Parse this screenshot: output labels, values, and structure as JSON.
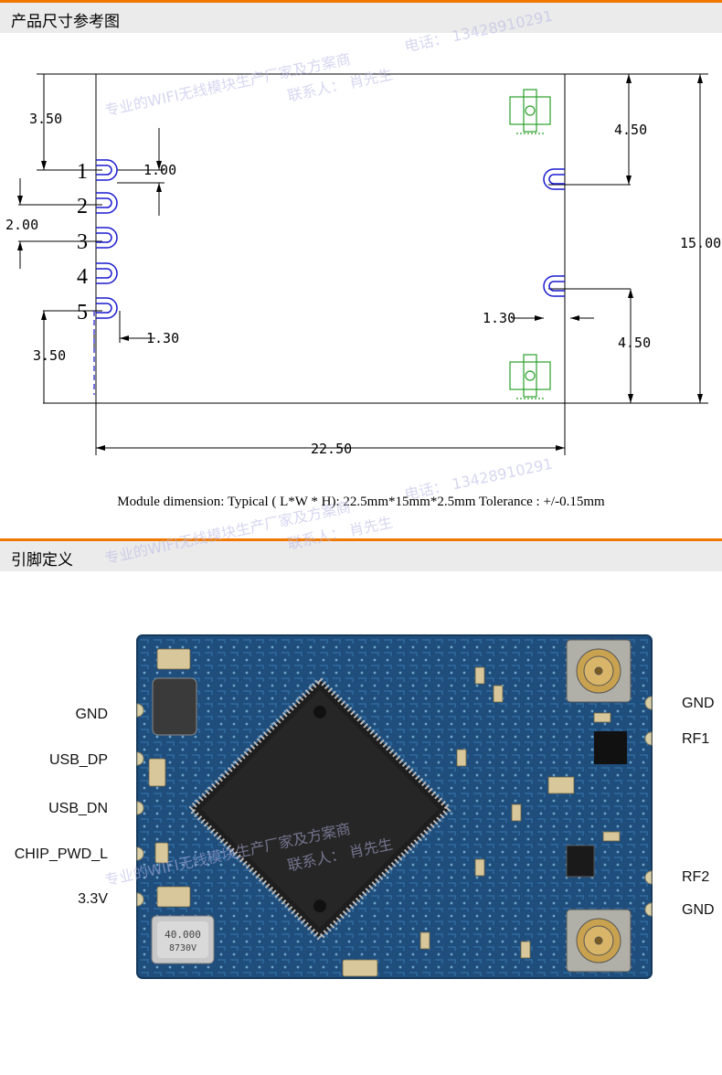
{
  "header1": {
    "title": "产品尺寸参考图"
  },
  "header2": {
    "title": "引脚定义"
  },
  "dimensions": {
    "d1": "3.50",
    "d2": "1.00",
    "d3": "2.00",
    "d4": "3.50",
    "d5": "1.30",
    "d6": "4.50",
    "d7": "15.00",
    "d8": "1.30",
    "d9": "4.50",
    "d10": "22.50"
  },
  "pin_numbers": [
    "1",
    "2",
    "3",
    "4",
    "5"
  ],
  "caption": "Module dimension: Typical ( L*W * H): 22.5mm*15mm*2.5mm Tolerance : +/-0.15mm",
  "watermark": {
    "line1": "专业的WIFI无线模块生产厂家及方案商",
    "line2": "电话： 13428910291",
    "line3": "联系人： 肖先生"
  },
  "pins_left": [
    "GND",
    "USB_DP",
    "USB_DN",
    "CHIP_PWD_L",
    "3.3V"
  ],
  "pins_right": [
    "GND",
    "RF1",
    "RF2",
    "GND"
  ],
  "crystal": {
    "line1": "40.000",
    "line2": "8730V"
  },
  "colors": {
    "accent": "#f07800",
    "pcb": "#1f4e7c",
    "pin_outline": "#1a1ad0",
    "antenna": "#2aa02a"
  }
}
